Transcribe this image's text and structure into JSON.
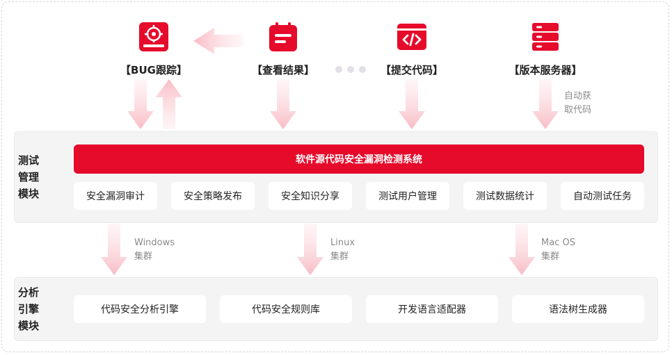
{
  "top_nodes": [
    {
      "label": "【BUG跟踪】",
      "icon": "bug-tracking-icon"
    },
    {
      "label": "【查看结果】",
      "icon": "view-results-icon"
    },
    {
      "label": "【提交代码】",
      "icon": "code-submit-icon"
    },
    {
      "label": "【版本服务器】",
      "icon": "version-server-icon"
    }
  ],
  "auto_fetch_note": "自动获\n取代码",
  "test_module": {
    "title": "测试\n管理\n模块",
    "system_bar": "软件源代码安全漏洞检测系统",
    "items": [
      "安全漏洞审计",
      "安全策略发布",
      "安全知识分享",
      "测试用户管理",
      "测试数据统计",
      "自动测试任务"
    ]
  },
  "clusters": [
    {
      "label": "Windows\n集群"
    },
    {
      "label": "Linux\n集群"
    },
    {
      "label": "Mac OS\n集群"
    }
  ],
  "engine_module": {
    "title": "分析\n引擎\n模块",
    "items": [
      "代码安全分析引擎",
      "代码安全规则库",
      "开发语言适配器",
      "语法树生成器"
    ]
  },
  "colors": {
    "accent": "#e60a2b",
    "arrow": "#fbd3d8",
    "panel": "#f4f4f5"
  }
}
